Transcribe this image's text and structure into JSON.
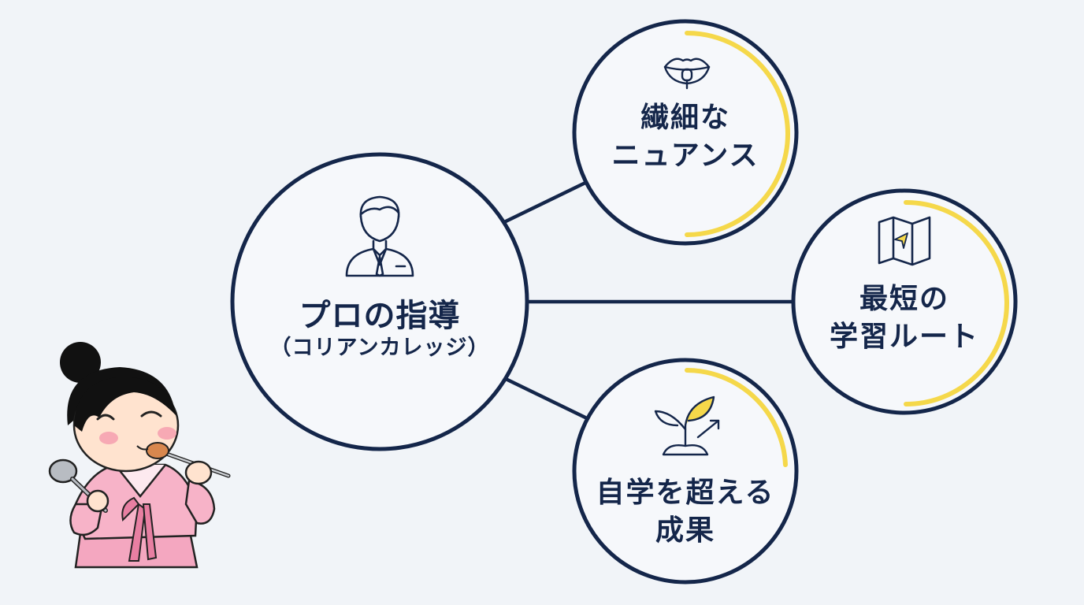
{
  "center": {
    "title": "プロの指導",
    "subtitle": "（コリアンカレッジ）",
    "icon": "teacher-icon"
  },
  "nodes": [
    {
      "id": "nuance",
      "line1": "繊細な",
      "line2": "ニュアンス",
      "icon": "lips-icon"
    },
    {
      "id": "route",
      "line1": "最短の",
      "line2": "学習ルート",
      "icon": "map-icon"
    },
    {
      "id": "results",
      "line1": "自学を超える",
      "line2": "成果",
      "icon": "sprout-growth-icon"
    }
  ],
  "colors": {
    "navy": "#14264a",
    "accent_yellow": "#f5d84a",
    "background": "#f1f4f8",
    "hanbok_pink": "#f4a7c0"
  },
  "illustration": "girl-in-hanbok-eating-illustration"
}
